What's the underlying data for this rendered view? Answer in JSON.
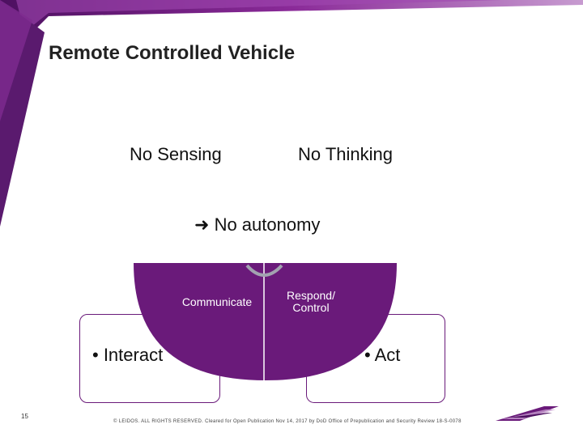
{
  "slide": {
    "title": "Remote Controlled Vehicle",
    "left_heading": "No Sensing",
    "right_heading": "No Thinking",
    "arrow_icon": "arrow-right-icon",
    "arrow_text": "No autonomy",
    "communicate_label": "Communicate",
    "respond_label": "Respond/ Control",
    "interact_bullet": "• Interact",
    "act_bullet": "• Act",
    "page_number": "15",
    "footer_text": "© LEIDOS. ALL RIGHTS RESERVED.   Cleared for Open Publication Nov 14, 2017 by DoD Office of Prepublication and Security Review 18-S-0078"
  },
  "colors": {
    "accent_purple": "#6a1a7a",
    "light_purple": "#9b3aa8"
  }
}
